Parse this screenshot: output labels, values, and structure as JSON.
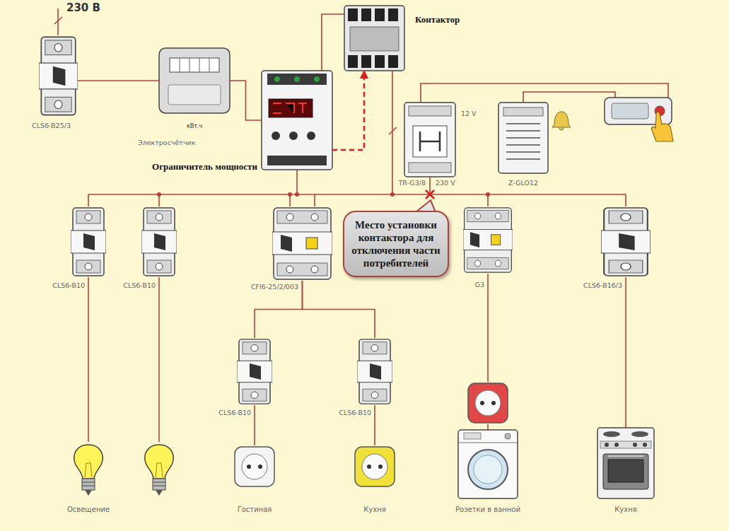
{
  "diagram": {
    "nodes": [
      {
        "text": [
          "CLS6-B25/3"
        ]
      },
      {
        "text": [
          "кВт.ч",
          "Электросчётчик"
        ]
      },
      {
        "text": [
          "Ограничитель мощности"
        ]
      },
      {
        "text": [
          "Контактор"
        ]
      },
      {
        "text": [
          "12 V",
          "TR-G3/8",
          "230 V"
        ]
      },
      {
        "text": [
          "Z-GLO12"
        ]
      },
      {
        "text": [
          "CLS6-B10"
        ]
      },
      {
        "text": [
          "CLS6-B10"
        ]
      },
      {
        "text": [
          "CFI6-25/2/003"
        ]
      },
      {
        "text": [
          "Место установки контактора для отключения части потребителей"
        ]
      },
      {
        "text": [
          "G3"
        ]
      },
      {
        "text": [
          "CLS6-B16/3"
        ]
      },
      {
        "text": [
          "CLS6-B10"
        ]
      },
      {
        "text": [
          "CLS6-B10"
        ]
      },
      {
        "text": [
          "Освещение"
        ]
      },
      {
        "text": [
          "Гостиная"
        ]
      },
      {
        "text": [
          "Кухня"
        ]
      },
      {
        "text": [
          "Розетки в ванной"
        ]
      },
      {
        "text": [
          "Кухня"
        ]
      }
    ],
    "edges": [
      {
        "from": 0,
        "to": 1,
        "arrow": "none"
      },
      {
        "from": 1,
        "to": 2,
        "arrow": "none"
      },
      {
        "from": 2,
        "to": 3,
        "arrow": "to"
      },
      {
        "from": 6,
        "to": 14,
        "arrow": "none"
      },
      {
        "from": 8,
        "to": 12,
        "arrow": "none"
      },
      {
        "from": 8,
        "to": 13,
        "arrow": "none"
      },
      {
        "from": 12,
        "to": 15,
        "arrow": "none"
      },
      {
        "from": 13,
        "to": 16,
        "arrow": "none"
      },
      {
        "from": 10,
        "to": 17,
        "arrow": "none"
      },
      {
        "from": 11,
        "to": 18,
        "arrow": "none"
      }
    ],
    "labels": [
      "230 В"
    ]
  }
}
